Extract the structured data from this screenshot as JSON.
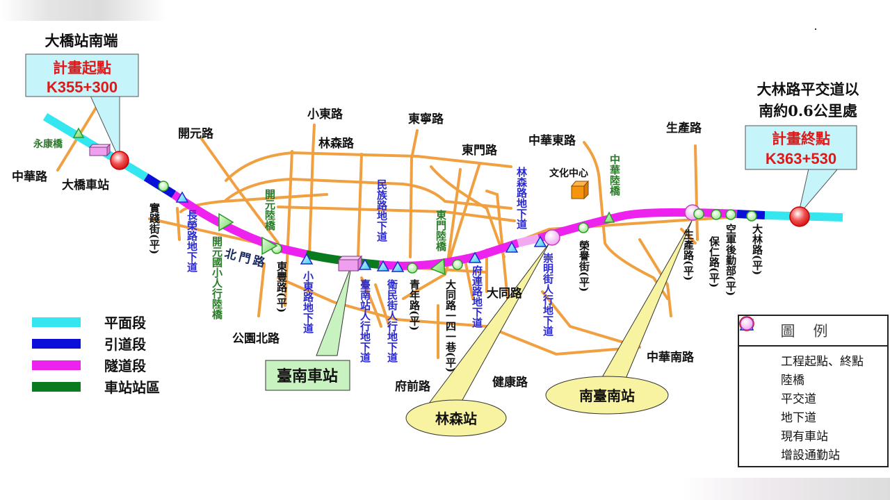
{
  "colors": {
    "at_grade": "#33e6f0",
    "ramp": "#0a10d8",
    "tunnel": "#ee22ee",
    "station_area": "#0a7a1e",
    "road": "#f0a040",
    "callout_box": "#c6f4fb",
    "station_callout": "#c8f3c0",
    "new_station_callout": "#f8f3a0"
  },
  "start_point": {
    "heading": "大橋站南端",
    "label": "計畫起點",
    "mileage": "K355+300"
  },
  "end_point": {
    "heading_line1": "大林路平交道以",
    "heading_line2": "南約0.6公里處",
    "label": "計畫終點",
    "mileage": "K363+530"
  },
  "roads": {
    "zhonghua": "中華路",
    "kaiyuan": "開元路",
    "xiaodong": "小東路",
    "linsen": "林森路",
    "dongning": "東寧路",
    "dongmen": "東門路",
    "zhonghua_east": "中華東路",
    "shengchan": "生產路",
    "beimen": "北門路",
    "gongyuan_north": "公園北路",
    "datong": "大同路",
    "fuqian": "府前路",
    "jiankang": "健康路",
    "zhonghua_south": "中華南路",
    "culture_center": "文化中心"
  },
  "features": {
    "yongkang_bridge": "永康橋",
    "daqiao_station": "大橋車站",
    "shijian_st": "實踐街(平)",
    "changrong_underpass": "長榮路地下道",
    "kaiyuan_ped_bridge": "開元國小人行陸橋",
    "kaiyuan_bridge": "開元陸橋",
    "dongfeng_rd": "東豐路(平)",
    "xiaodong_underpass": "小東路地下道",
    "minzu_underpass": "民族路地下道",
    "tainan_ped_underpass": "臺南站人行地下道",
    "weimin_ped_underpass": "衛民街人行地下道",
    "qingnian_rd": "青年路(平)",
    "dongmen_bridge": "東門陸橋",
    "datong_lane": "大同路一四一巷(平)",
    "fulian_underpass": "府連路地下道",
    "linsen_underpass": "林森路地下道",
    "chongming_ped_underpass": "崇明街人行地下道",
    "rongyu_st": "榮譽街(平)",
    "zhonghua_bridge": "中華陸橋",
    "shengchan_rd": "生產路(平)",
    "baoren_rd": "保仁路(平)",
    "air_force_logistics": "空軍後勤部(平)",
    "dalin_rd": "大林路(平)"
  },
  "stations": {
    "tainan": "臺南車站",
    "linsen": "林森站",
    "south_tainan": "南臺南站"
  },
  "segment_legend": [
    {
      "label": "平面段",
      "color": "#33e6f0"
    },
    {
      "label": "引道段",
      "color": "#0a10d8"
    },
    {
      "label": "隧道段",
      "color": "#ee22ee"
    },
    {
      "label": "車站站區",
      "color": "#0a7a1e"
    }
  ],
  "symbol_legend": {
    "title": "圖例",
    "items": [
      {
        "icon": "red-circle",
        "label": "工程起點、終點"
      },
      {
        "icon": "green-triangle",
        "label": "陸橋"
      },
      {
        "icon": "green-circle",
        "label": "平交道"
      },
      {
        "icon": "blue-triangle",
        "label": "地下道"
      },
      {
        "icon": "pink-box",
        "label": "現有車站"
      },
      {
        "icon": "pink-circle",
        "label": "增設通勤站"
      }
    ]
  }
}
